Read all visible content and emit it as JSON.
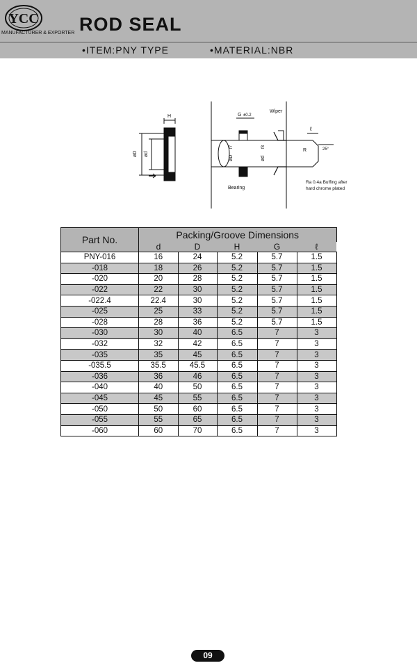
{
  "header": {
    "logo_text": "YCC",
    "tagline": "MANUFACTURER & EXPORTER",
    "title": "ROD SEAL",
    "item": "•ITEM:PNY TYPE",
    "material": "•MATERIAL:NBR"
  },
  "drawing": {
    "left_labels": {
      "H": "H",
      "phiD": "øD",
      "phid": "ød"
    },
    "right_labels": {
      "G": "G",
      "tol": "±0.2",
      "wiper": "Wiper",
      "bearing": "Bearing",
      "phiD": "øD",
      "fit": "f7",
      "phid": "ød",
      "fit2": "f8",
      "l": "ℓ",
      "R": "R",
      "angle": "25°",
      "finish_1": "Ra 0.4a Buffing after",
      "finish_2": "hard chrome plated"
    }
  },
  "table": {
    "part_header": "Part No.",
    "group_header": "Packing/Groove Dimensions",
    "columns": [
      "d",
      "D",
      "H",
      "G",
      "ℓ"
    ],
    "rows": [
      {
        "part": "PNY-016",
        "v": [
          "16",
          "24",
          "5.2",
          "5.7",
          "1.5"
        ]
      },
      {
        "part": "-018",
        "v": [
          "18",
          "26",
          "5.2",
          "5.7",
          "1.5"
        ]
      },
      {
        "part": "-020",
        "v": [
          "20",
          "28",
          "5.2",
          "5.7",
          "1.5"
        ]
      },
      {
        "part": "-022",
        "v": [
          "22",
          "30",
          "5.2",
          "5.7",
          "1.5"
        ]
      },
      {
        "part": "-022.4",
        "v": [
          "22.4",
          "30",
          "5.2",
          "5.7",
          "1.5"
        ]
      },
      {
        "part": "-025",
        "v": [
          "25",
          "33",
          "5.2",
          "5.7",
          "1.5"
        ]
      },
      {
        "part": "-028",
        "v": [
          "28",
          "36",
          "5.2",
          "5.7",
          "1.5"
        ]
      },
      {
        "part": "-030",
        "v": [
          "30",
          "40",
          "6.5",
          "7",
          "3"
        ]
      },
      {
        "part": "-032",
        "v": [
          "32",
          "42",
          "6.5",
          "7",
          "3"
        ]
      },
      {
        "part": "-035",
        "v": [
          "35",
          "45",
          "6.5",
          "7",
          "3"
        ]
      },
      {
        "part": "-035.5",
        "v": [
          "35.5",
          "45.5",
          "6.5",
          "7",
          "3"
        ]
      },
      {
        "part": "-036",
        "v": [
          "36",
          "46",
          "6.5",
          "7",
          "3"
        ]
      },
      {
        "part": "-040",
        "v": [
          "40",
          "50",
          "6.5",
          "7",
          "3"
        ]
      },
      {
        "part": "-045",
        "v": [
          "45",
          "55",
          "6.5",
          "7",
          "3"
        ]
      },
      {
        "part": "-050",
        "v": [
          "50",
          "60",
          "6.5",
          "7",
          "3"
        ]
      },
      {
        "part": "-055",
        "v": [
          "55",
          "65",
          "6.5",
          "7",
          "3"
        ]
      },
      {
        "part": "-060",
        "v": [
          "60",
          "70",
          "6.5",
          "7",
          "3"
        ]
      }
    ]
  },
  "footer": {
    "page_number": "09"
  }
}
